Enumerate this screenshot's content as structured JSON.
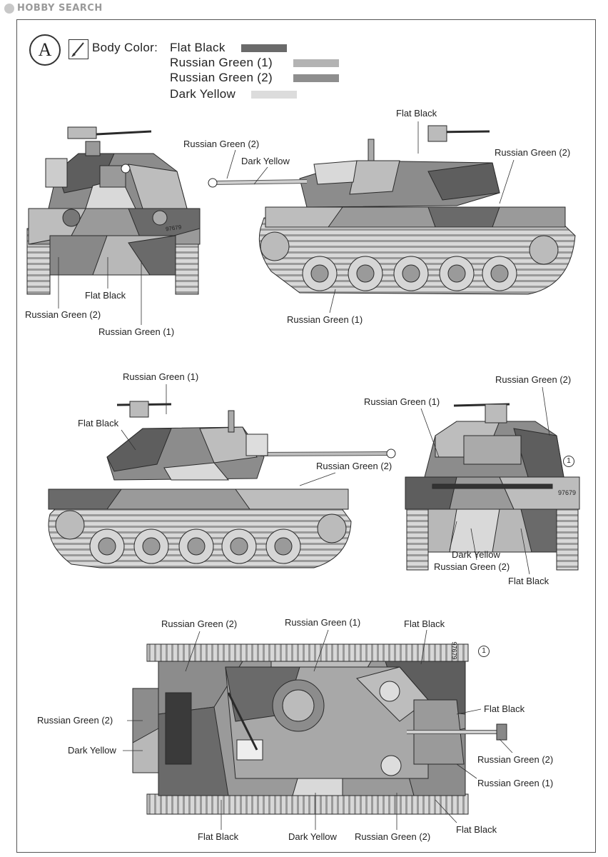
{
  "watermark": "HOBBY SEARCH",
  "plate_letter": "A",
  "legend": {
    "title": "Body Color:",
    "rows": [
      {
        "name": "Flat Black",
        "color": "#6a6a6a"
      },
      {
        "name": "Russian Green (1)",
        "color": "#b3b3b3"
      },
      {
        "name": "Russian Green (2)",
        "color": "#8e8e8e"
      },
      {
        "name": "Dark Yellow",
        "color": "#dcdcdc"
      }
    ]
  },
  "front_view": {
    "labels": [
      "Flat Black",
      "Russian Green (2)",
      "Russian Green (1)"
    ],
    "hull_number": "97679"
  },
  "right_side_view": {
    "labels": [
      "Flat Black",
      "Russian Green (2)",
      "Dark Yellow",
      "Russian Green (2)",
      "Russian Green (1)"
    ]
  },
  "left_side_view": {
    "labels": [
      "Russian Green (1)",
      "Flat Black",
      "Russian Green (2)"
    ]
  },
  "rear_view": {
    "labels": [
      "Russian Green (2)",
      "Russian Green (1)",
      "Dark Yellow",
      "Russian Green (2)",
      "Flat Black"
    ],
    "marker": "1",
    "hull_number": "97679"
  },
  "top_view": {
    "labels": [
      "Russian Green (2)",
      "Russian Green (1)",
      "Flat Black",
      "Russian Green (2)",
      "Dark Yellow",
      "Flat Black",
      "Russian Green (2)",
      "Russian Green (1)",
      "Flat Black",
      "Dark Yellow",
      "Russian Green (2)",
      "Flat Black"
    ],
    "marker": "1",
    "hull_number": "97679"
  },
  "colors": {
    "flat_black": "#5e5e5e",
    "rg1": "#b8b8b8",
    "rg2": "#8c8c8c",
    "dark_yellow": "#d9d9d9",
    "outline": "#2a2a2a"
  }
}
